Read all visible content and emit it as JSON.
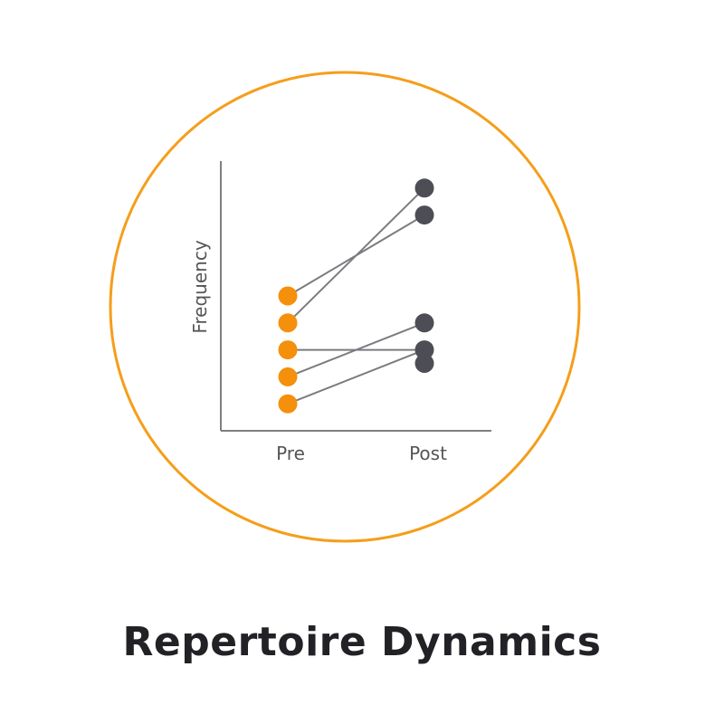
{
  "caption": "Repertoire Dynamics",
  "colors": {
    "ring": "#F59E1B",
    "pre_point": "#F4900C",
    "post_point": "#4D4E55",
    "link": "#7B7C80",
    "axis": "#7F7F82"
  },
  "chart_data": {
    "type": "scatter",
    "ylabel": "Frequency",
    "categories": [
      "Pre",
      "Post"
    ],
    "pre_values": [
      5,
      4,
      3,
      2,
      1
    ],
    "post_values": [
      3,
      8,
      9,
      2.5,
      4
    ],
    "links": [
      [
        0,
        1
      ],
      [
        1,
        2
      ],
      [
        2,
        0
      ],
      [
        3,
        4
      ],
      [
        4,
        0
      ]
    ],
    "ylim": [
      0,
      10
    ],
    "grid": false
  }
}
